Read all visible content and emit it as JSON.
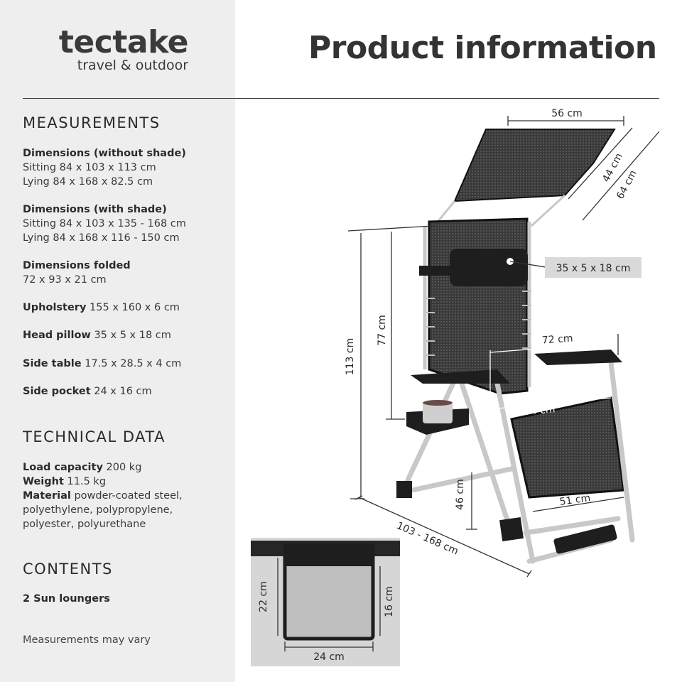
{
  "brand": {
    "name": "tectake",
    "tagline": "travel & outdoor"
  },
  "title": "Product information",
  "measurements": {
    "heading": "MEASUREMENTS",
    "items": [
      {
        "label": "Dimensions (without shade)",
        "lines": [
          "Sitting 84 x 103 x 113 cm",
          "Lying 84 x 168 x 82.5 cm"
        ]
      },
      {
        "label": "Dimensions (with shade)",
        "lines": [
          "Sitting 84 x 103 x 135 - 168 cm",
          "Lying 84 x 168 x 116 - 150 cm"
        ]
      },
      {
        "label": "Dimensions folded",
        "lines": [
          "72 x 93 x 21 cm"
        ]
      },
      {
        "label": "Upholstery",
        "value": "155 x 160 x 6 cm"
      },
      {
        "label": "Head pillow",
        "value": "35 x 5 x 18 cm"
      },
      {
        "label": "Side table",
        "value": "17.5 x 28.5 x 4 cm"
      },
      {
        "label": "Side pocket",
        "value": "24 x 16 cm"
      }
    ]
  },
  "technical": {
    "heading": "TECHNICAL DATA",
    "load_label": "Load capacity",
    "load_value": "200 kg",
    "weight_label": "Weight",
    "weight_value": "11.5 kg",
    "material_label": "Material",
    "material_value": "powder-coated steel,",
    "material_lines": [
      "polyethylene, polypropylene,",
      "polyester, polyurethane"
    ]
  },
  "contents": {
    "heading": "CONTENTS",
    "item": "2 Sun loungers"
  },
  "note": "Measurements may vary",
  "dims": {
    "shade_width": "56 cm",
    "shade_depth_inner": "44 cm",
    "shade_depth_outer": "64 cm",
    "pillow": "35 x 5 x 18 cm",
    "total_height": "113 cm",
    "backrest_height": "77 cm",
    "width_armrest": "72 cm",
    "seat_width": "54 cm",
    "seat_height": "46 cm",
    "seat_front_width": "51 cm",
    "length": "103 - 168 cm",
    "pocket_height_outer": "22 cm",
    "pocket_height_inner": "16 cm",
    "pocket_width": "24 cm"
  },
  "colors": {
    "sidebar": "#eeeeee",
    "text": "#2b2b2b",
    "frame": "#c8c8c8",
    "fabric": "#4a4a4a",
    "pill": "#d9d9d9"
  }
}
